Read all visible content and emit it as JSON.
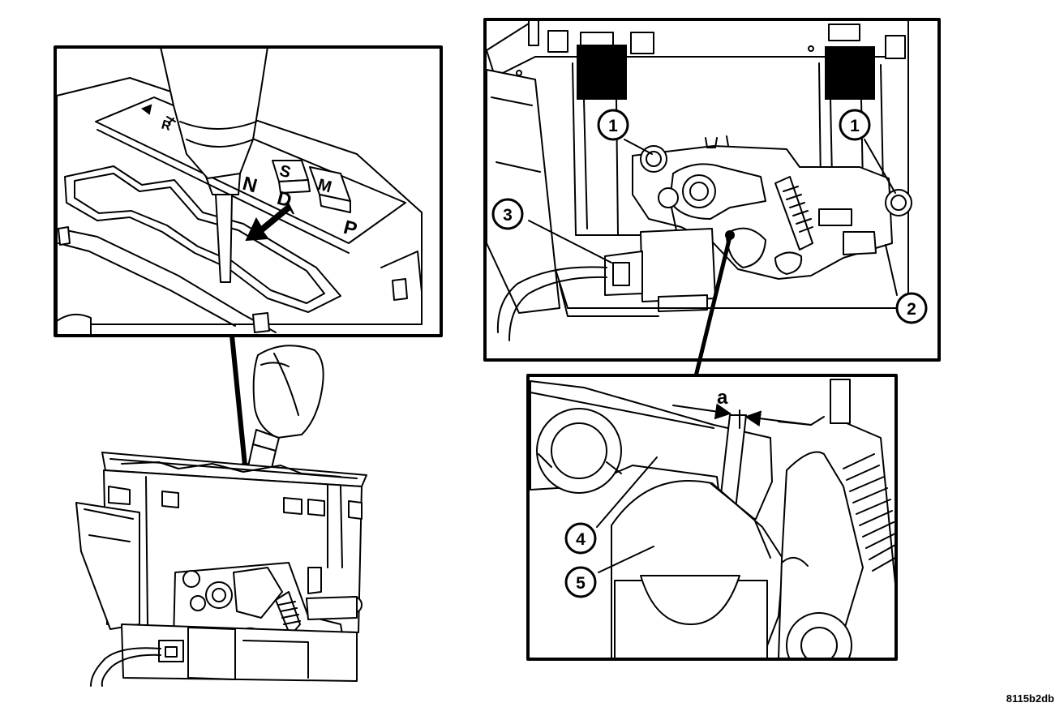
{
  "figure_code": "8115b2db",
  "dimension_label": "a",
  "shift_letters": [
    "S",
    "M",
    "N",
    "D",
    "R",
    "P"
  ],
  "callouts": [
    "1",
    "1",
    "2",
    "3",
    "4",
    "5"
  ]
}
